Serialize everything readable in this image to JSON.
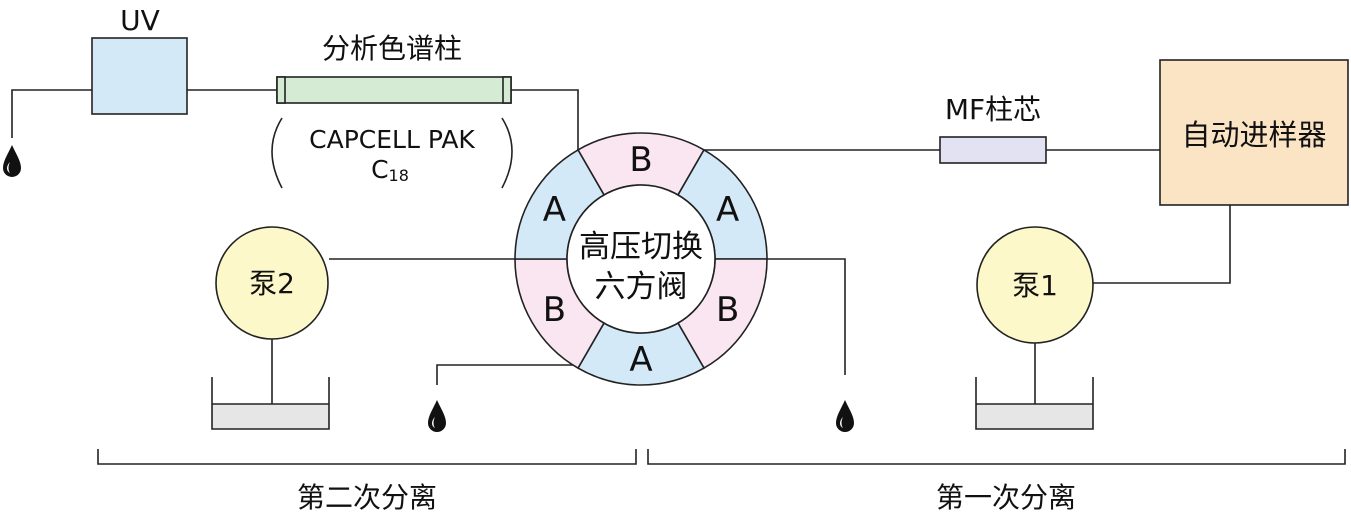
{
  "labels": {
    "uv": "UV",
    "analytical_column": "分析色谱柱",
    "column_detail_line1": "CAPCELL PAK",
    "column_detail_line2_main": "C",
    "column_detail_line2_sub": "18",
    "mf_cartridge": "MF柱芯",
    "autosampler": "自动进样器",
    "pump2": "泵2",
    "pump1": "泵1",
    "valve_line1": "高压切换",
    "valve_line2": "六方阀",
    "second_separation": "第二次分离",
    "first_separation": "第一次分离"
  },
  "valve_ports": [
    {
      "label": "B",
      "color": "#f9e6f1"
    },
    {
      "label": "A",
      "color": "#d4e9f7"
    },
    {
      "label": "B",
      "color": "#f9e6f1"
    },
    {
      "label": "A",
      "color": "#d4e9f7"
    },
    {
      "label": "B",
      "color": "#f9e6f1"
    },
    {
      "label": "A",
      "color": "#d4e9f7"
    }
  ],
  "colors": {
    "uv_fill": "#d4e9f7",
    "column_fill": "#d6ebd3",
    "mf_fill": "#e3e2f3",
    "autosampler_fill": "#fbe4c3",
    "pump_fill": "#fcf8c9",
    "reservoir_fill": "#e6e6e6"
  }
}
